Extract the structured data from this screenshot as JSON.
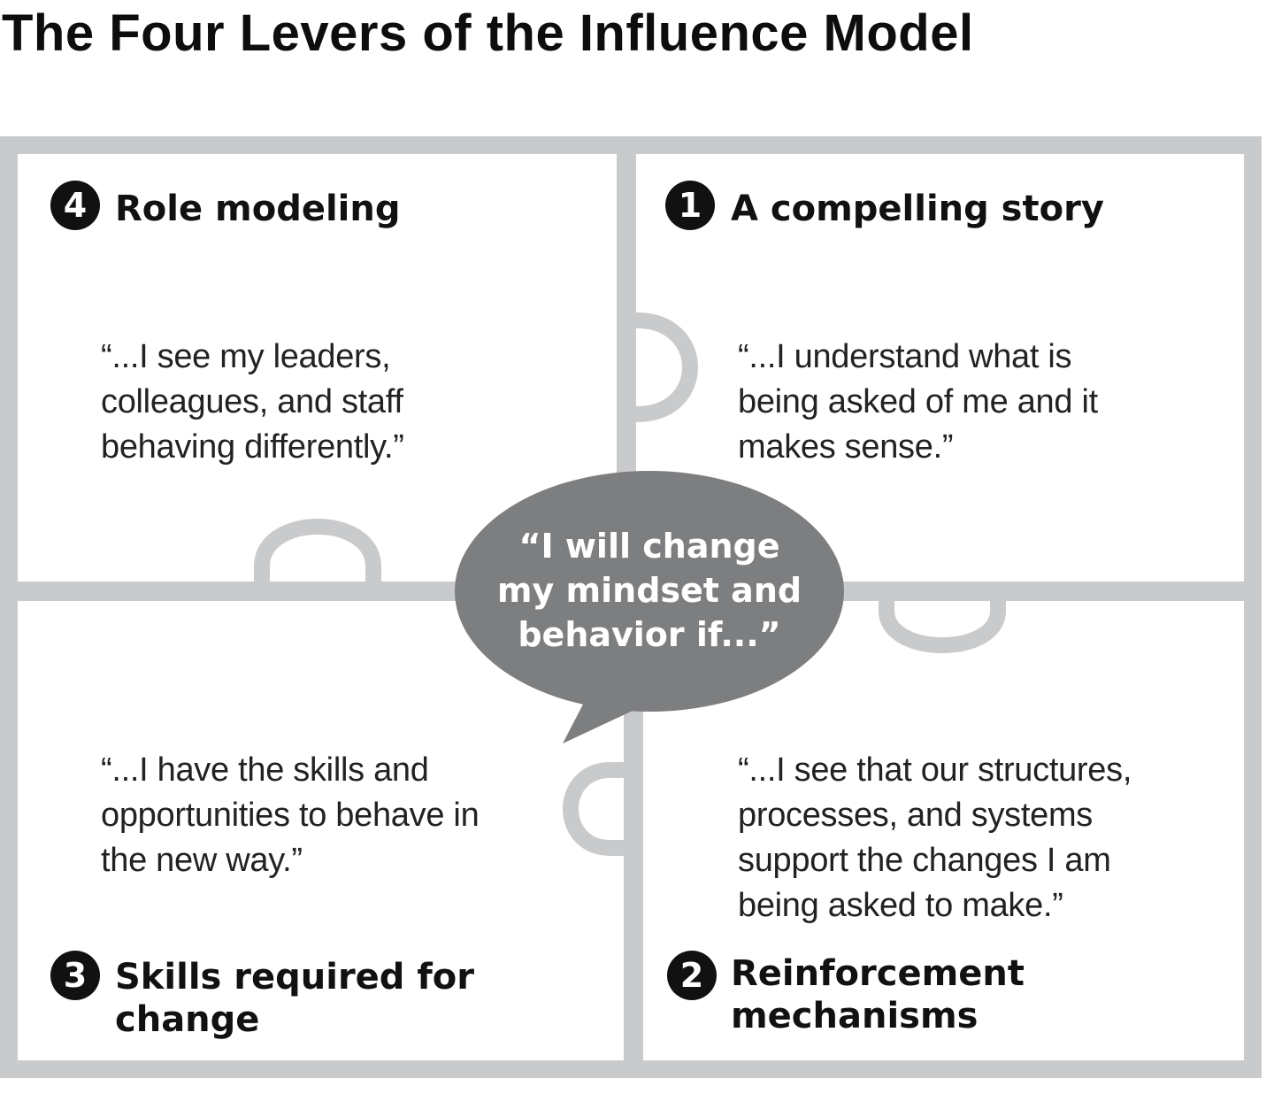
{
  "title": "The Four Levers of the Influence Model",
  "center": {
    "line1": "“I will change",
    "line2": "my mindset and",
    "line3": "behavior if...”"
  },
  "levers": {
    "role_modeling": {
      "number": "4",
      "title": "Role modeling",
      "quote": [
        "“...I see my leaders,",
        "colleagues, and staff",
        "behaving differently.”"
      ]
    },
    "compelling_story": {
      "number": "1",
      "title": "A compelling story",
      "quote": [
        "“...I understand what is",
        "being asked of me and it",
        "makes sense.”"
      ]
    },
    "skills": {
      "number": "3",
      "title_line1": "Skills required for",
      "title_line2": "change",
      "quote": [
        "“...I have the skills and",
        "opportunities to behave in",
        "the new way.”"
      ]
    },
    "reinforcement": {
      "number": "2",
      "title_line1": "Reinforcement",
      "title_line2": "mechanisms",
      "quote": [
        "“...I see that our structures,",
        "processes, and systems",
        "support the changes I am",
        "being asked to make.”"
      ]
    }
  },
  "colors": {
    "frame": "#c9cacc",
    "bubble": "#7d7e80",
    "text": "#111111"
  }
}
